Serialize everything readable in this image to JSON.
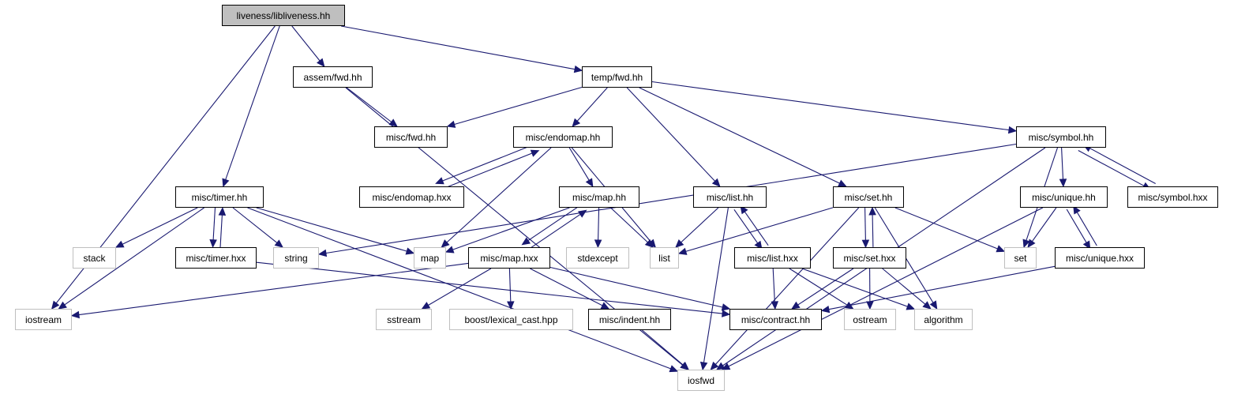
{
  "graph": {
    "nodes": [
      {
        "id": "root",
        "label": "liveness/libliveness.hh",
        "kind": "root"
      },
      {
        "id": "assem_fwd",
        "label": "assem/fwd.hh",
        "kind": "local"
      },
      {
        "id": "temp_fwd",
        "label": "temp/fwd.hh",
        "kind": "local"
      },
      {
        "id": "misc_fwd",
        "label": "misc/fwd.hh",
        "kind": "local"
      },
      {
        "id": "endomap",
        "label": "misc/endomap.hh",
        "kind": "local"
      },
      {
        "id": "symbol",
        "label": "misc/symbol.hh",
        "kind": "local"
      },
      {
        "id": "timer",
        "label": "misc/timer.hh",
        "kind": "local"
      },
      {
        "id": "endomap_hxx",
        "label": "misc/endomap.hxx",
        "kind": "local"
      },
      {
        "id": "map_hh",
        "label": "misc/map.hh",
        "kind": "local"
      },
      {
        "id": "list_hh",
        "label": "misc/list.hh",
        "kind": "local"
      },
      {
        "id": "set_hh",
        "label": "misc/set.hh",
        "kind": "local"
      },
      {
        "id": "unique",
        "label": "misc/unique.hh",
        "kind": "local"
      },
      {
        "id": "symbol_hxx",
        "label": "misc/symbol.hxx",
        "kind": "local"
      },
      {
        "id": "stack",
        "label": "stack",
        "kind": "system"
      },
      {
        "id": "timer_hxx",
        "label": "misc/timer.hxx",
        "kind": "local"
      },
      {
        "id": "string",
        "label": "string",
        "kind": "system"
      },
      {
        "id": "map",
        "label": "map",
        "kind": "system"
      },
      {
        "id": "map_hxx",
        "label": "misc/map.hxx",
        "kind": "local"
      },
      {
        "id": "stdexcept",
        "label": "stdexcept",
        "kind": "system"
      },
      {
        "id": "list",
        "label": "list",
        "kind": "system"
      },
      {
        "id": "list_hxx",
        "label": "misc/list.hxx",
        "kind": "local"
      },
      {
        "id": "set_hxx",
        "label": "misc/set.hxx",
        "kind": "local"
      },
      {
        "id": "set",
        "label": "set",
        "kind": "system"
      },
      {
        "id": "unique_hxx",
        "label": "misc/unique.hxx",
        "kind": "local"
      },
      {
        "id": "iostream",
        "label": "iostream",
        "kind": "system"
      },
      {
        "id": "sstream",
        "label": "sstream",
        "kind": "system"
      },
      {
        "id": "lexical",
        "label": "boost/lexical_cast.hpp",
        "kind": "system"
      },
      {
        "id": "indent",
        "label": "misc/indent.hh",
        "kind": "local"
      },
      {
        "id": "contract",
        "label": "misc/contract.hh",
        "kind": "local"
      },
      {
        "id": "ostream",
        "label": "ostream",
        "kind": "system"
      },
      {
        "id": "algorithm",
        "label": "algorithm",
        "kind": "system"
      },
      {
        "id": "iosfwd",
        "label": "iosfwd",
        "kind": "system"
      }
    ],
    "edges": [
      [
        "root",
        "iostream"
      ],
      [
        "root",
        "timer"
      ],
      [
        "root",
        "assem_fwd"
      ],
      [
        "root",
        "temp_fwd"
      ],
      [
        "assem_fwd",
        "misc_fwd"
      ],
      [
        "assem_fwd",
        "iosfwd"
      ],
      [
        "temp_fwd",
        "misc_fwd"
      ],
      [
        "temp_fwd",
        "endomap"
      ],
      [
        "temp_fwd",
        "list_hh"
      ],
      [
        "temp_fwd",
        "set_hh"
      ],
      [
        "temp_fwd",
        "symbol"
      ],
      [
        "endomap",
        "endomap_hxx"
      ],
      [
        "endomap_hxx",
        "endomap"
      ],
      [
        "endomap",
        "map_hh"
      ],
      [
        "endomap",
        "map"
      ],
      [
        "endomap",
        "list"
      ],
      [
        "symbol",
        "string"
      ],
      [
        "symbol",
        "unique"
      ],
      [
        "symbol",
        "set"
      ],
      [
        "symbol",
        "symbol_hxx"
      ],
      [
        "symbol_hxx",
        "symbol"
      ],
      [
        "symbol",
        "iosfwd"
      ],
      [
        "timer",
        "stack"
      ],
      [
        "timer",
        "string"
      ],
      [
        "timer",
        "map"
      ],
      [
        "timer",
        "iostream"
      ],
      [
        "timer",
        "timer_hxx"
      ],
      [
        "timer_hxx",
        "timer"
      ],
      [
        "timer",
        "iosfwd"
      ],
      [
        "timer_hxx",
        "contract"
      ],
      [
        "map_hh",
        "map"
      ],
      [
        "map_hh",
        "stdexcept"
      ],
      [
        "map_hh",
        "list"
      ],
      [
        "map_hh",
        "map_hxx"
      ],
      [
        "map_hxx",
        "map_hh"
      ],
      [
        "map_hxx",
        "iostream"
      ],
      [
        "map_hxx",
        "sstream"
      ],
      [
        "map_hxx",
        "lexical"
      ],
      [
        "map_hxx",
        "indent"
      ],
      [
        "map_hxx",
        "contract"
      ],
      [
        "list_hh",
        "list"
      ],
      [
        "list_hh",
        "list_hxx"
      ],
      [
        "list_hxx",
        "list_hh"
      ],
      [
        "list_hh",
        "iosfwd"
      ],
      [
        "list_hxx",
        "contract"
      ],
      [
        "list_hxx",
        "ostream"
      ],
      [
        "list_hxx",
        "algorithm"
      ],
      [
        "set_hh",
        "list"
      ],
      [
        "set_hh",
        "set_hxx"
      ],
      [
        "set_hxx",
        "set_hh"
      ],
      [
        "set_hh",
        "set"
      ],
      [
        "set_hh",
        "algorithm"
      ],
      [
        "set_hh",
        "iosfwd"
      ],
      [
        "set_hxx",
        "contract"
      ],
      [
        "set_hxx",
        "ostream"
      ],
      [
        "set_hxx",
        "algorithm"
      ],
      [
        "unique",
        "set"
      ],
      [
        "unique",
        "unique_hxx"
      ],
      [
        "unique_hxx",
        "unique"
      ],
      [
        "unique",
        "iosfwd"
      ],
      [
        "unique_hxx",
        "contract"
      ],
      [
        "indent",
        "iosfwd"
      ]
    ]
  }
}
